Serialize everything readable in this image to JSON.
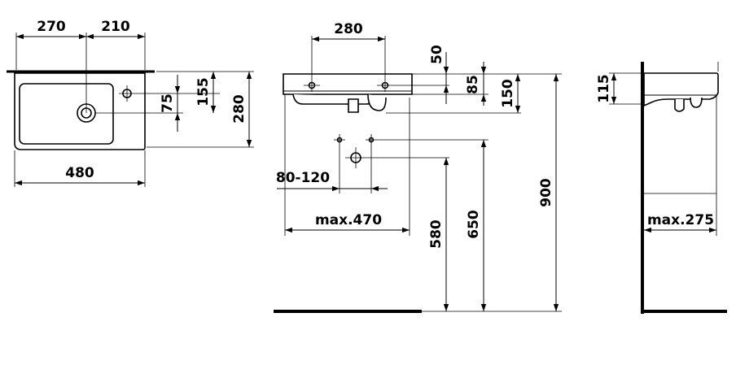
{
  "colors": {
    "line": "#000000",
    "background": "#ffffff"
  },
  "top_view": {
    "dim_left_width": "270",
    "dim_right_width": "210",
    "dim_overall_width": "480",
    "dim_depth": "280",
    "dim_overflow_from_back": "155",
    "dim_drain_from_back": "75"
  },
  "front_view": {
    "dim_tap_spacing": "280",
    "dim_rim_to_tap": "50",
    "dim_rim_height": "85",
    "dim_body_height": "150",
    "dim_wall_spacing": "80-120",
    "dim_max_width": "max.470",
    "dim_drain_height": "580",
    "dim_supply_height": "650",
    "dim_rim_floor": "900"
  },
  "side_view": {
    "dim_rim_height": "115",
    "dim_max_depth": "max.275"
  }
}
